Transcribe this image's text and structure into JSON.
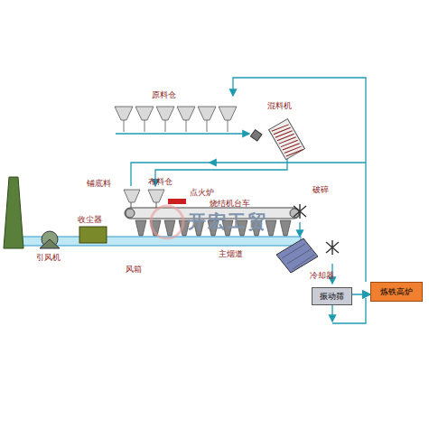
{
  "diagram": {
    "nodes": [
      {
        "text": [
          "振动筛"
        ]
      },
      {
        "text": [
          "炼铁高炉"
        ]
      }
    ],
    "edges": [
      {
        "from": 0,
        "to": 1,
        "arrow": "to"
      }
    ],
    "labels": [
      "原料仓",
      "混料机",
      "铺底料",
      "布料仓",
      "点火炉",
      "烧结机台车",
      "破碎",
      "冷却器",
      "引风机",
      "收尘器",
      "风箱",
      "主烟道",
      "开宏工贸"
    ]
  }
}
